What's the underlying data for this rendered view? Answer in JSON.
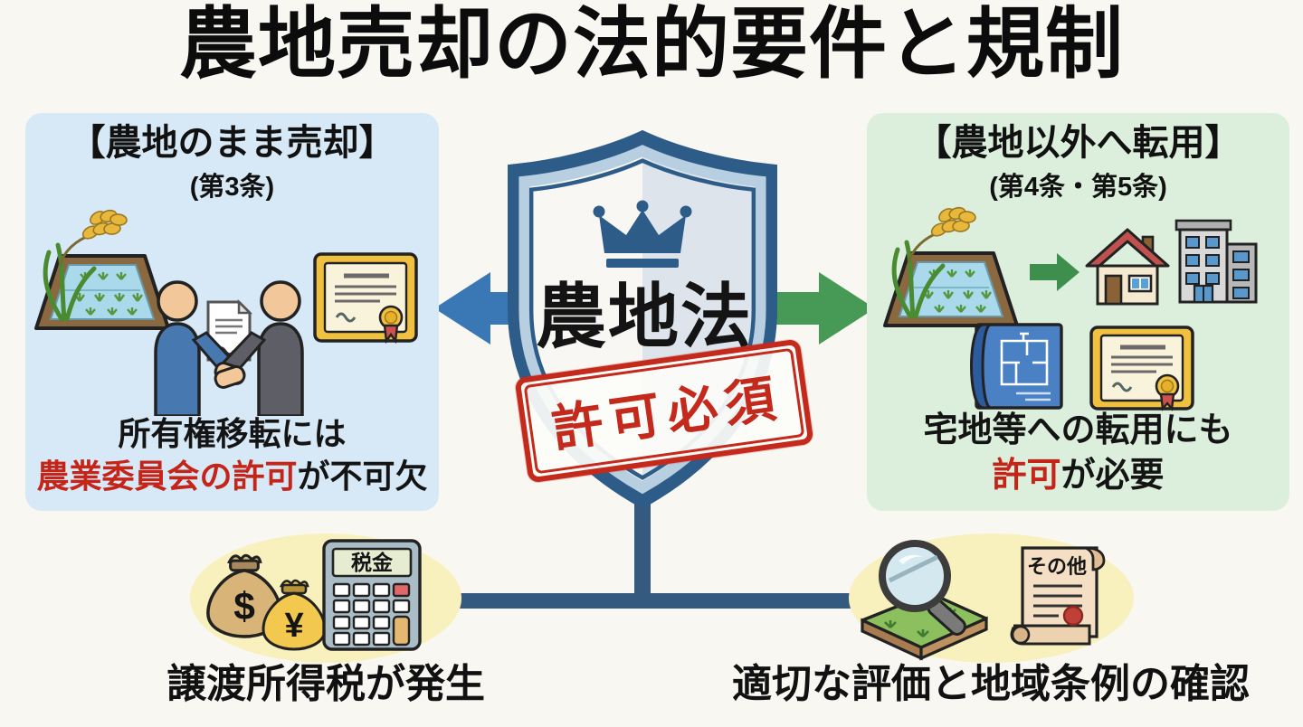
{
  "title": "農地売却の法的要件と規制",
  "left_panel": {
    "heading": "【農地のまま売却】",
    "article": "(第3条)",
    "note_line1": "所有権移転には",
    "note_highlight": "農業委員会の許可",
    "note_rest": "が不可欠"
  },
  "center": {
    "shield_label": "農地法",
    "stamp_label": "許可必須"
  },
  "right_panel": {
    "heading": "【農地以外へ転用】",
    "article": "(第4条・第5条)",
    "note_line1": "宅地等への転用にも",
    "note_highlight": "許可",
    "note_rest": "が必要"
  },
  "bottom_left": {
    "money_bag_dollar": "$",
    "money_bag_yen": "¥",
    "calculator_display": "税金",
    "caption": "譲渡所得税が発生"
  },
  "bottom_right": {
    "scroll_title": "その他",
    "caption": "適切な評価と地域条例の確認"
  },
  "colors": {
    "background": "#f8f7f2",
    "panel_blue": "#d7e9f6",
    "panel_green": "#dcefdc",
    "highlight_red": "#c52418",
    "stamp_red": "#c42a1c",
    "shield_navy": "#2d5c88",
    "shield_light_ring": "#b8cfe2",
    "arrow_blue": "#3a77b5",
    "arrow_green": "#479a55",
    "connector_navy": "#345a80",
    "ellipse_yellow": "#f8f1be"
  }
}
